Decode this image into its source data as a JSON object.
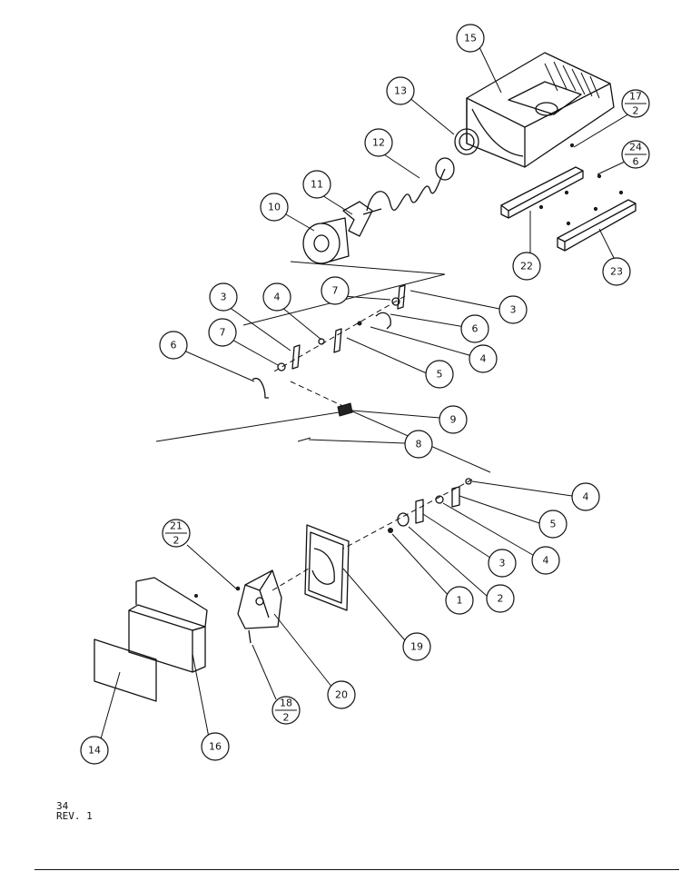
{
  "callouts": {
    "c1": "1",
    "c2a": "2",
    "c3a": "3",
    "c3b": "3",
    "c3c": "3",
    "c4a": "4",
    "c4b": "4",
    "c4c": "4",
    "c4d": "4",
    "c5a": "5",
    "c5b": "5",
    "c6a": "6",
    "c6b": "6",
    "c7a": "7",
    "c7b": "7",
    "c8": "8",
    "c9": "9",
    "c10": "10",
    "c11": "11",
    "c12": "12",
    "c13": "13",
    "c14": "14",
    "c15": "15",
    "c16": "16",
    "c19": "19",
    "c20": "20",
    "c22": "22",
    "c23": "23"
  },
  "fractions": {
    "f17": {
      "top": "17",
      "bottom": "2"
    },
    "f24": {
      "top": "24",
      "bottom": "6"
    },
    "f21": {
      "top": "21",
      "bottom": "2"
    },
    "f18": {
      "top": "18",
      "bottom": "2"
    }
  },
  "footer": {
    "page_number": "34",
    "revision": "REV. 1"
  }
}
